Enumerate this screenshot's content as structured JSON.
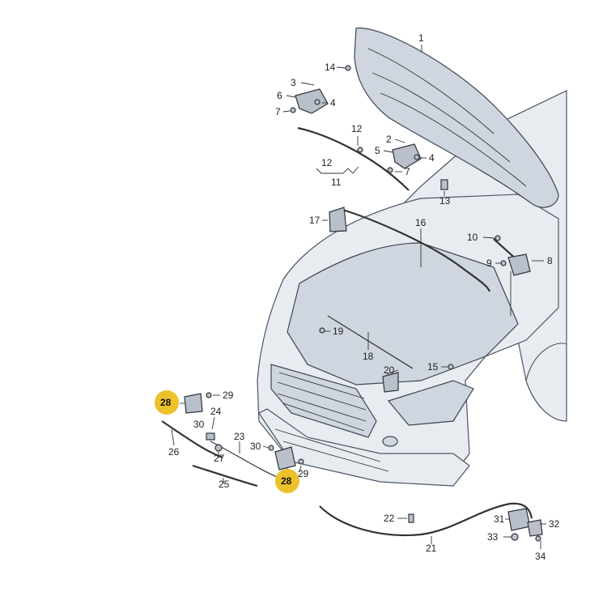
{
  "labels": {
    "p1": "1",
    "p2": "2",
    "p3": "3",
    "p4a": "4",
    "p4b": "4",
    "p5": "5",
    "p6": "6",
    "p7a": "7",
    "p7b": "7",
    "p8": "8",
    "p9": "9",
    "p10": "10",
    "p11": "11",
    "p12a": "12",
    "p12b": "12",
    "p13": "13",
    "p14": "14",
    "p15": "15",
    "p16": "16",
    "p17": "17",
    "p18": "18",
    "p19": "19",
    "p20": "20",
    "p21": "21",
    "p22": "22",
    "p23": "23",
    "p24": "24",
    "p25": "25",
    "p26": "26",
    "p27": "27",
    "p28a": "28",
    "p28b": "28",
    "p29a": "29",
    "p29b": "29",
    "p30a": "30",
    "p30b": "30",
    "p31": "31",
    "p32": "32",
    "p33": "33",
    "p34": "34"
  },
  "highlight_color": "#ecc12b"
}
